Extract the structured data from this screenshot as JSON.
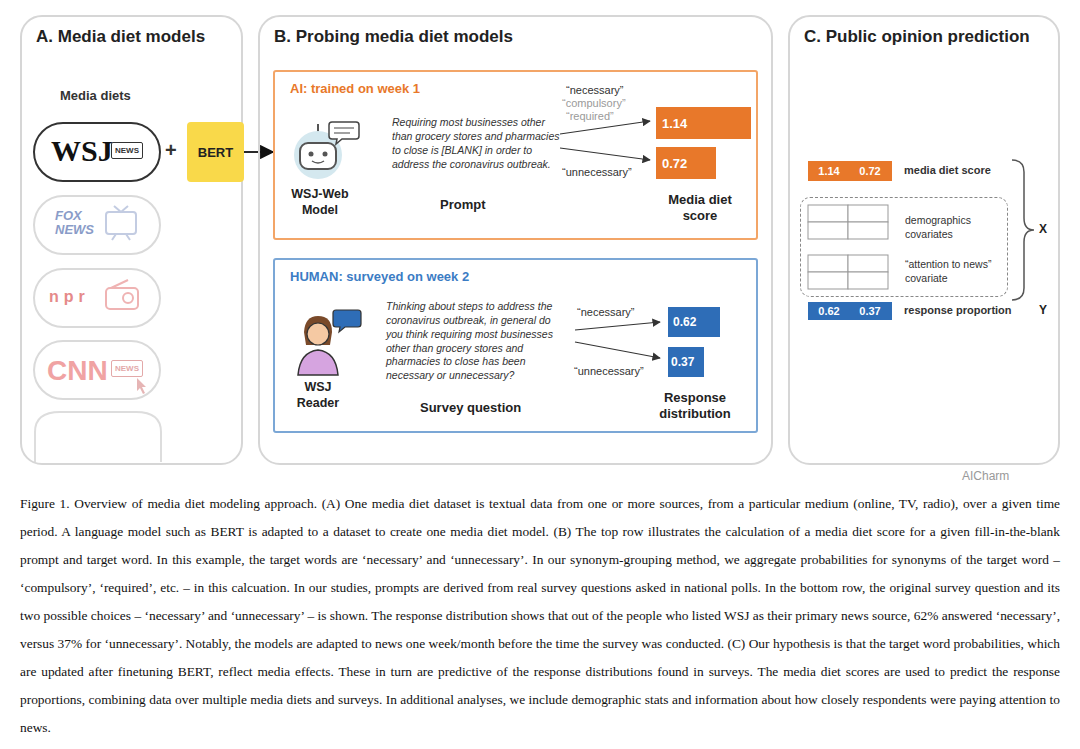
{
  "diagram": {
    "caption": "Figure 1. Overview of media diet modeling approach. (A) One media diet dataset is textual data from one or more sources, from a particular medium (online, TV, radio), over a given time period. A language model such as BERT is adapted to a dataset to create one media diet model. (B) The top row illustrates the calculation of a media diet score for a given fill-in-the-blank prompt and target word. In this example, the target words are ‘necessary’ and ‘unnecessary’. In our synonym-grouping method, we aggregate probabilities for synonyms of the target word – ‘compulsory’, ‘required’, etc. – in this calcuation. In our studies, prompts are derived from real survey questions asked in national polls. In the bottom row, the original survey question and its two possible choices – ‘necessary’ and ‘unnecessary’ – is shown. The response distribution shows that out of the people who listed WSJ as their primary news source, 62% answered ‘necessary’, versus 37% for ‘unnecessary’. Notably, the models are adapted to news one week/month before the time the survey was conducted. (C) Our hypothesis is that the target word probabilities, which are updated after finetuning BERT, reflect media effects. These in turn are predictive of the response distributions found in surveys. The media diet scores are used to predict the response proportions, combining data over multiple media diets and surveys. In additional analyses, we include demographic stats and information about how closely respondents were paying attention to news.",
    "nodes": [
      {
        "text": [
          "A. Media diet models"
        ]
      },
      {
        "text": [
          "WSJ",
          "NEWS"
        ],
        "in": 0
      },
      {
        "text": [
          "FOX NEWS"
        ],
        "in": 0
      },
      {
        "text": [
          "npr"
        ],
        "in": 0
      },
      {
        "text": [
          "CNN",
          "NEWS"
        ],
        "in": 0
      },
      {
        "text": [
          "BERT"
        ],
        "in": 0
      },
      {
        "text": [
          "B. Probing media diet models"
        ]
      },
      {
        "text": [
          "AI: trained on week 1"
        ],
        "in": 6
      },
      {
        "text": [
          "1.14"
        ],
        "in": 7
      },
      {
        "text": [
          "0.72"
        ],
        "in": 7
      },
      {
        "text": [
          "HUMAN: surveyed on week 2"
        ],
        "in": 6
      },
      {
        "text": [
          "0.62"
        ],
        "in": 10
      },
      {
        "text": [
          "0.37"
        ],
        "in": 10
      },
      {
        "text": [
          "C. Public opinion prediction"
        ]
      },
      {
        "text": [
          "1.14"
        ],
        "in": 13
      },
      {
        "text": [
          "0.72"
        ],
        "in": 13
      },
      {
        "text": [
          "demographics covariates",
          "“attention to news” covariate"
        ],
        "in": 13
      },
      {
        "text": [
          "0.62"
        ],
        "in": 13
      },
      {
        "text": [
          "0.37"
        ],
        "in": 13
      }
    ],
    "edges": [
      {
        "from": 5,
        "to": 7,
        "arrow": "to"
      }
    ],
    "labels": [
      "Media diets",
      "+",
      "WSJ-Web Model",
      "Requiring most businesses other than grocery stores and pharmacies to close is [BLANK] in order to address the coronavirus outbreak.",
      "Prompt",
      "“necessary”",
      "“compulsory”",
      "“required”",
      "“unnecessary”",
      "Media diet score",
      "WSJ Reader",
      "Thinking about steps to address the coronavirus outbreak, in general do you think requiring most businesses other than grocery stores and pharmacies to close has been necessary or unnecessary?",
      "Survey question",
      "“necessary”",
      "“unnecessary”",
      "Response distribution",
      "media diet score",
      "response proportion",
      "X",
      "Y",
      "AICharm"
    ]
  }
}
